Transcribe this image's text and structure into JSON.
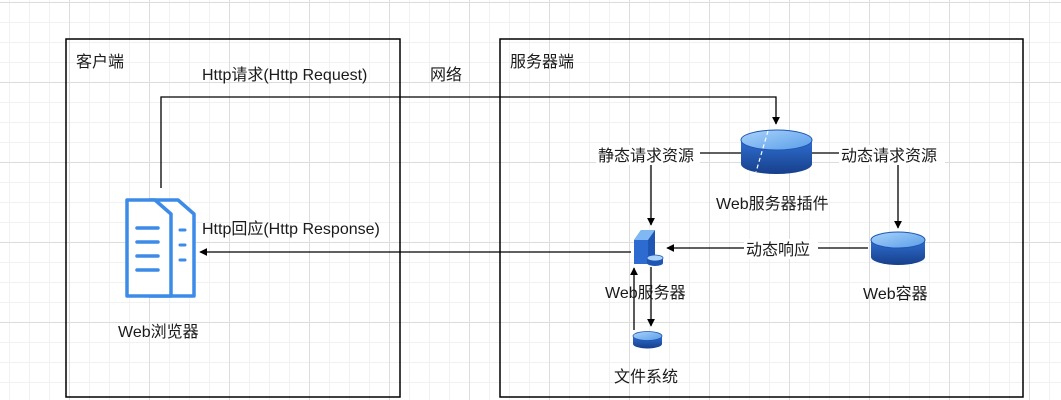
{
  "client": {
    "title": "客户端",
    "browser_label": "Web浏览器"
  },
  "server": {
    "title": "服务器端",
    "plugin_label": "Web服务器插件",
    "web_server_label": "Web服务器",
    "container_label": "Web容器",
    "file_system_label": "文件系统"
  },
  "edges": {
    "request": "Http请求(Http Request)",
    "network": "网络",
    "response": "Http回应(Http Response)",
    "static_request": "静态请求资源",
    "dynamic_request": "动态请求资源",
    "dynamic_response": "动态响应"
  },
  "colors": {
    "primary_blue": "#1f56b3",
    "light_blue": "#7fb8f2",
    "browser_icon_blue": "#3d8be8"
  },
  "icons": {
    "browser": "document-stack-icon",
    "plugin": "disk-icon",
    "container": "disk-icon",
    "file_system": "disk-icon",
    "web_server": "server-tower-icon"
  }
}
